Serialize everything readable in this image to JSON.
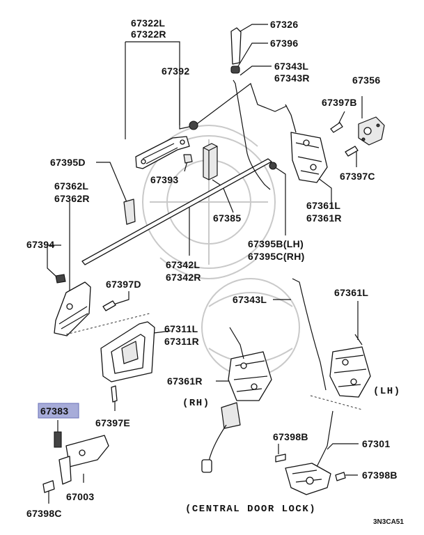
{
  "diagram": {
    "highlight_color": "#a7acd9",
    "labels": {
      "p67322": [
        "67322L",
        "67322R"
      ],
      "p67326": "67326",
      "p67396": "67396",
      "p67343top": [
        "67343L",
        "67343R"
      ],
      "p67356": "67356",
      "p67392": "67392",
      "p67397b": "67397B",
      "p67395d": "67395D",
      "p67393": "67393",
      "p67397c": "67397C",
      "p67362": [
        "67362L",
        "67362R"
      ],
      "p67385": "67385",
      "p67361top": [
        "67361L",
        "67361R"
      ],
      "p67394": "67394",
      "p67395bc": [
        "67395B(LH)",
        "67395C(RH)"
      ],
      "p67342": [
        "67342L",
        "67342R"
      ],
      "p67397d": "67397D",
      "p67343l": "67343L",
      "p67361l": "67361L",
      "p67311": [
        "67311L",
        "67311R"
      ],
      "p67361r": "67361R",
      "rh": "(RH)",
      "lh": "(LH)",
      "p67383": "67383",
      "p67397e": "67397E",
      "p67398b_a": "67398B",
      "p67301": "67301",
      "p67398b_b": "67398B",
      "p67003": "67003",
      "p67398c": "67398C",
      "central": "(CENTRAL DOOR LOCK)",
      "code": "3N3CA51"
    }
  }
}
